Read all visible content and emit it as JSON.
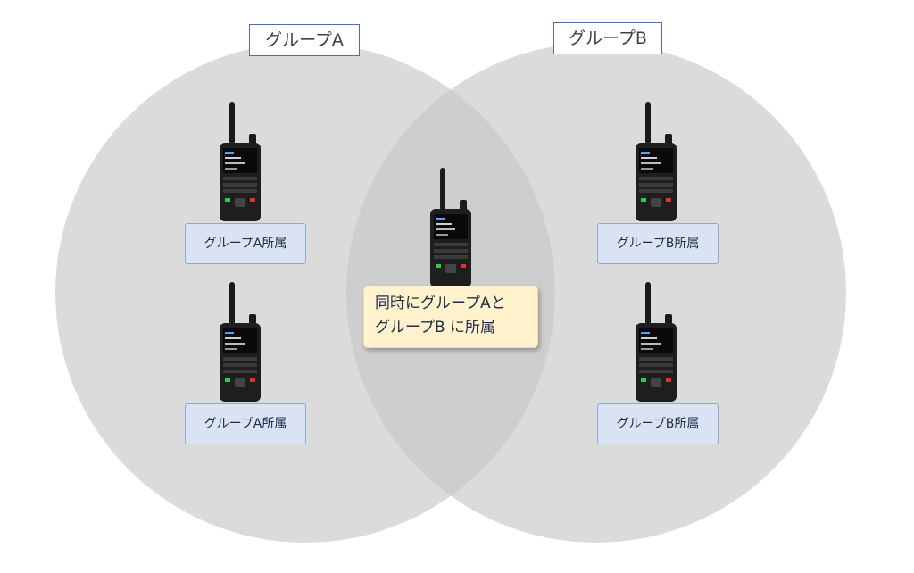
{
  "groups": {
    "a": {
      "title": "グループA",
      "member_label": "グループA所属"
    },
    "b": {
      "title": "グループB",
      "member_label": "グループB所属"
    }
  },
  "dual_member": {
    "line1": "同時にグループAと",
    "line2": "グループB に所属"
  },
  "colors": {
    "circle_fill": "#c8c8c8",
    "member_label_fill": "#dae3f3",
    "dual_label_fill": "#fff2cc",
    "group_label_border": "#4f6fa8"
  }
}
